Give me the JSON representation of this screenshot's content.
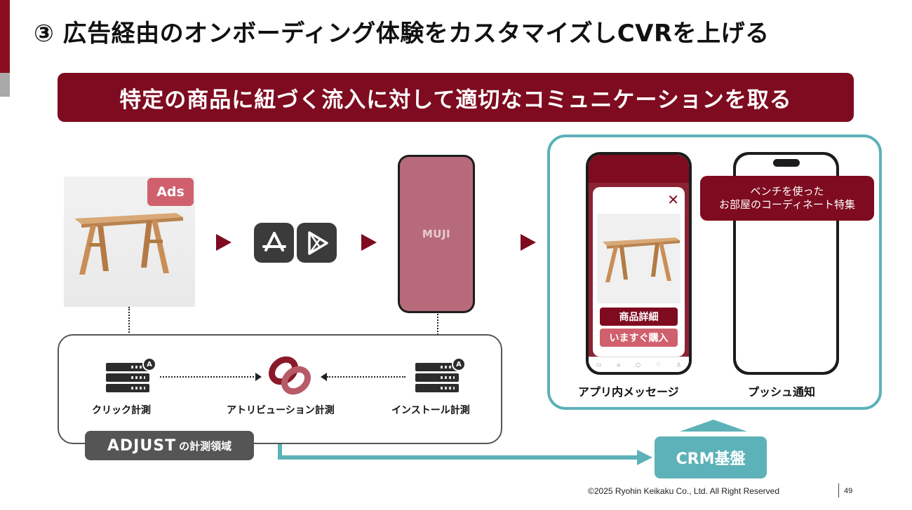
{
  "slide": {
    "title": "③ 広告経由のオンボーディング体験をカスタマイズしCVRを上げる",
    "banner": "特定の商品に紐づく流入に対して適切なコミュニケーションを取る"
  },
  "flow": {
    "ads_badge": "Ads",
    "app_name": "MUJI"
  },
  "measurement": {
    "click": "クリック計測",
    "attribution": "アトリビューション計測",
    "install": "インストール計測",
    "adjust_logo": "ADJUST",
    "adjust_area": "の計測領域"
  },
  "crm": {
    "in_app_modal": {
      "detail_button": "商品詳細",
      "buy_button": "いますぐ購入"
    },
    "push_notification": {
      "line1": "ベンチを使った",
      "line2": "お部屋のコーディネート特集"
    },
    "in_app_caption": "アプリ内メッセージ",
    "push_caption": "プッシュ通知",
    "crm_base": "CRM基盤"
  },
  "footer": {
    "copyright": "©2025 Ryohin Keikaku Co., Ltd. All Right Reserved",
    "page": "49"
  },
  "colors": {
    "brand_red": "#7e0b1f",
    "accent_pink": "#d0606d",
    "teal": "#5cb2b8"
  }
}
